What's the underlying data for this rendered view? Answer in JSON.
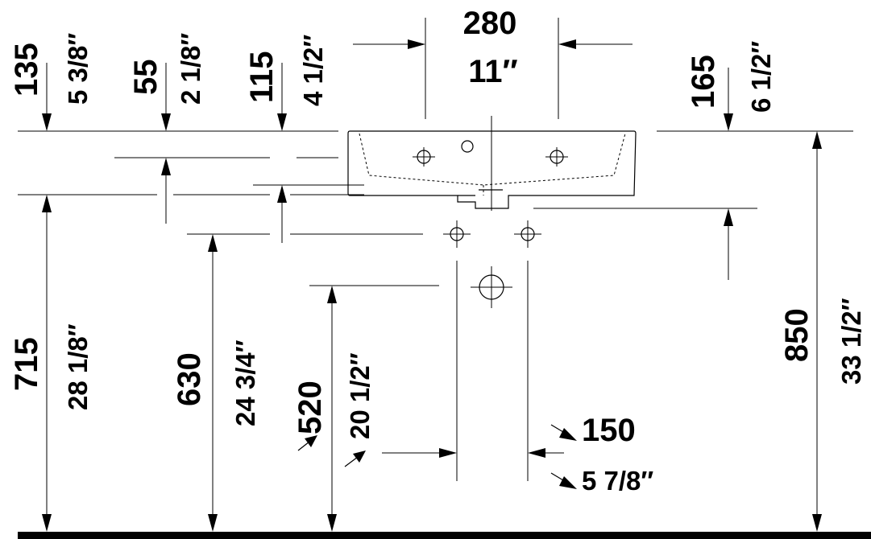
{
  "dimensions": {
    "top_width_mm": "280",
    "top_width_in": "11″",
    "rim_tap_mm": "135",
    "rim_tap_in": "5 3/8″",
    "rim_overflow_mm": "55",
    "rim_overflow_in": "2 1/8″",
    "rim_bottom_mm": "115",
    "rim_bottom_in": "4 1/2″",
    "right_drop_mm": "165",
    "right_drop_in": "6 1/2″",
    "bottom_height_mm": "715",
    "bottom_height_in": "28 1/8″",
    "supply_height_mm": "630",
    "supply_height_in": "24 3/4″",
    "waste_height_mm": "520",
    "waste_height_in": "20 1/2″",
    "rim_height_mm": "850",
    "rim_height_in": "33 1/2″",
    "supply_spacing_mm": "150",
    "supply_spacing_in": "5 7/8″"
  },
  "colors": {
    "line": "#000000",
    "background": "#ffffff"
  }
}
